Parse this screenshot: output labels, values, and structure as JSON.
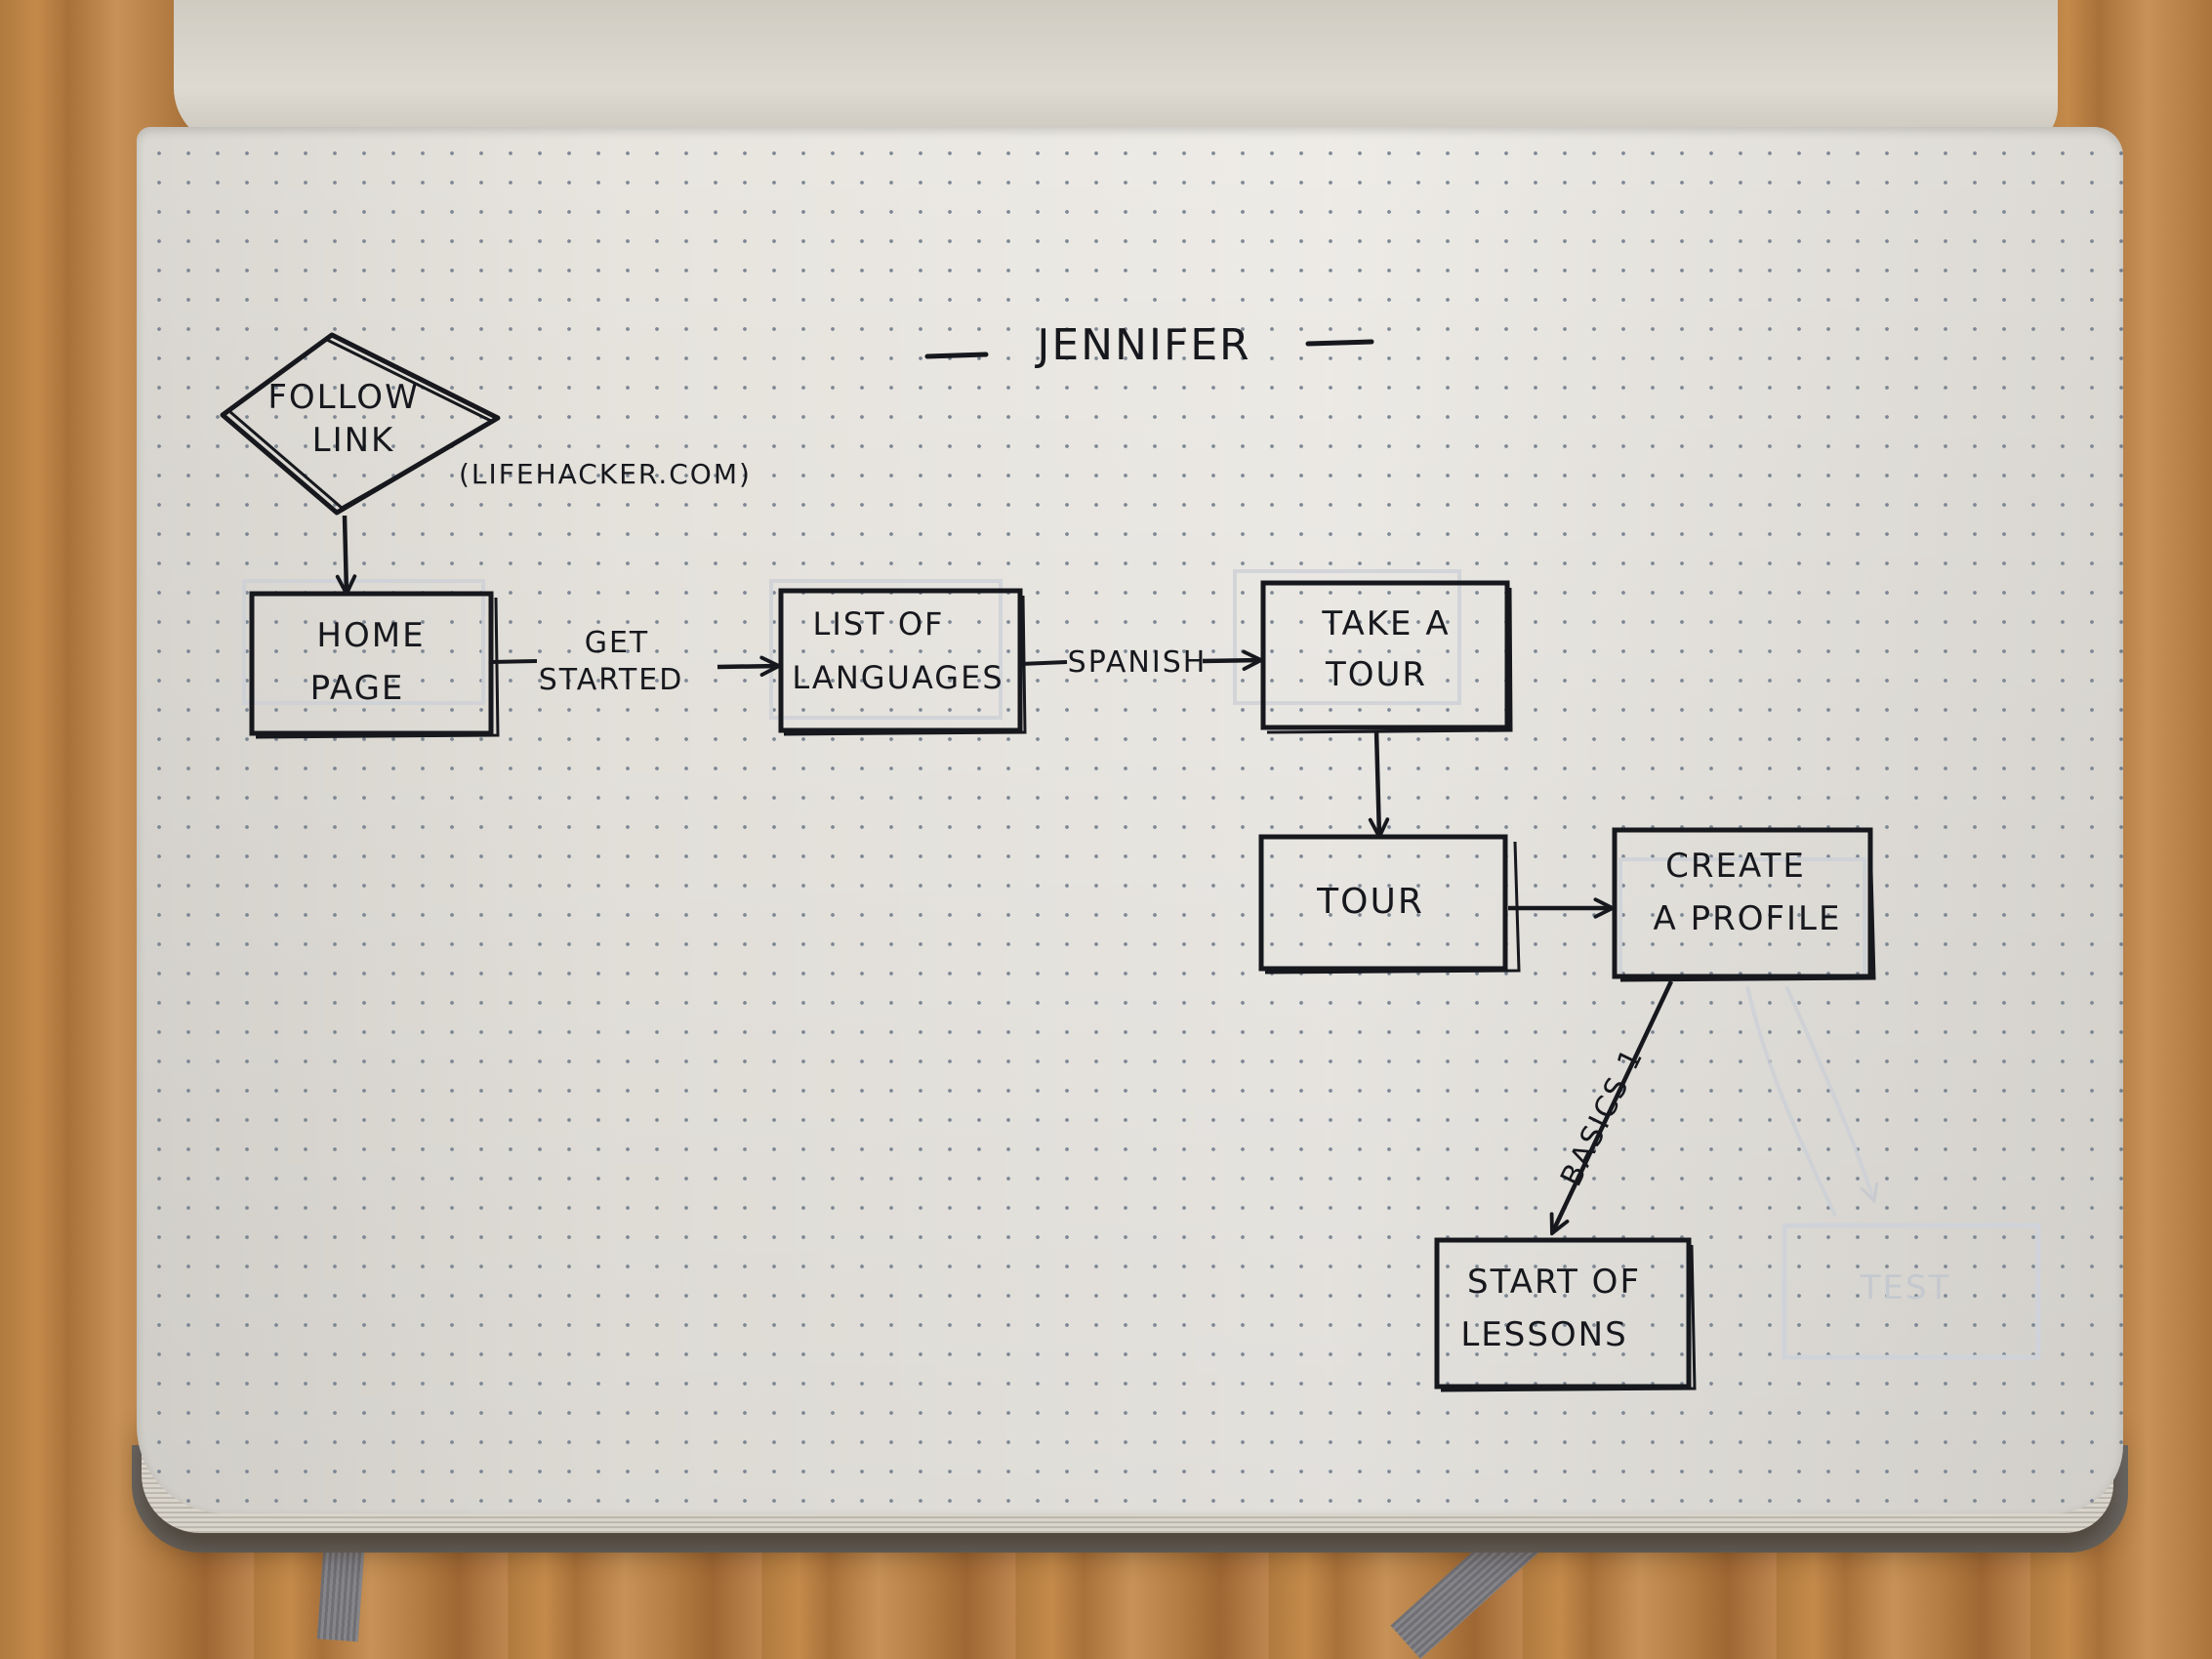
{
  "diagram": {
    "title": "JENNIFER",
    "nodes": [
      {
        "id": "follow_link",
        "shape": "diamond",
        "lines": [
          "FOLLOW",
          "LINK"
        ]
      },
      {
        "id": "home_page",
        "shape": "box",
        "lines": [
          "HOME",
          "PAGE"
        ]
      },
      {
        "id": "list_of_languages",
        "shape": "box",
        "lines": [
          "LIST OF",
          "LANGUAGES"
        ]
      },
      {
        "id": "take_a_tour",
        "shape": "box",
        "lines": [
          "TAKE A",
          "TOUR"
        ]
      },
      {
        "id": "tour",
        "shape": "box",
        "lines": [
          "TOUR"
        ]
      },
      {
        "id": "create_a_profile",
        "shape": "box",
        "lines": [
          "CREATE",
          "A PROFILE"
        ]
      },
      {
        "id": "start_of_lessons",
        "shape": "box",
        "lines": [
          "START OF",
          "LESSONS"
        ]
      },
      {
        "id": "test",
        "shape": "box",
        "faded": true,
        "lines": [
          "TEST"
        ]
      }
    ],
    "annotations": {
      "follow_link_note": "(LIFEHACKER.COM)"
    },
    "edges": [
      {
        "from": "follow_link",
        "to": "home_page",
        "label": ""
      },
      {
        "from": "home_page",
        "to": "list_of_languages",
        "label_lines": [
          "GET",
          "STARTED"
        ]
      },
      {
        "from": "list_of_languages",
        "to": "take_a_tour",
        "label": "SPANISH"
      },
      {
        "from": "take_a_tour",
        "to": "tour",
        "label": ""
      },
      {
        "from": "tour",
        "to": "create_a_profile",
        "label": ""
      },
      {
        "from": "create_a_profile",
        "to": "start_of_lessons",
        "label": "BASICS 1"
      }
    ]
  },
  "colors": {
    "ink": "#16181d",
    "paper": "#e8e5df",
    "dots": "#7d8794",
    "erased": "#c4c8cf",
    "wood": "#b57e44"
  }
}
